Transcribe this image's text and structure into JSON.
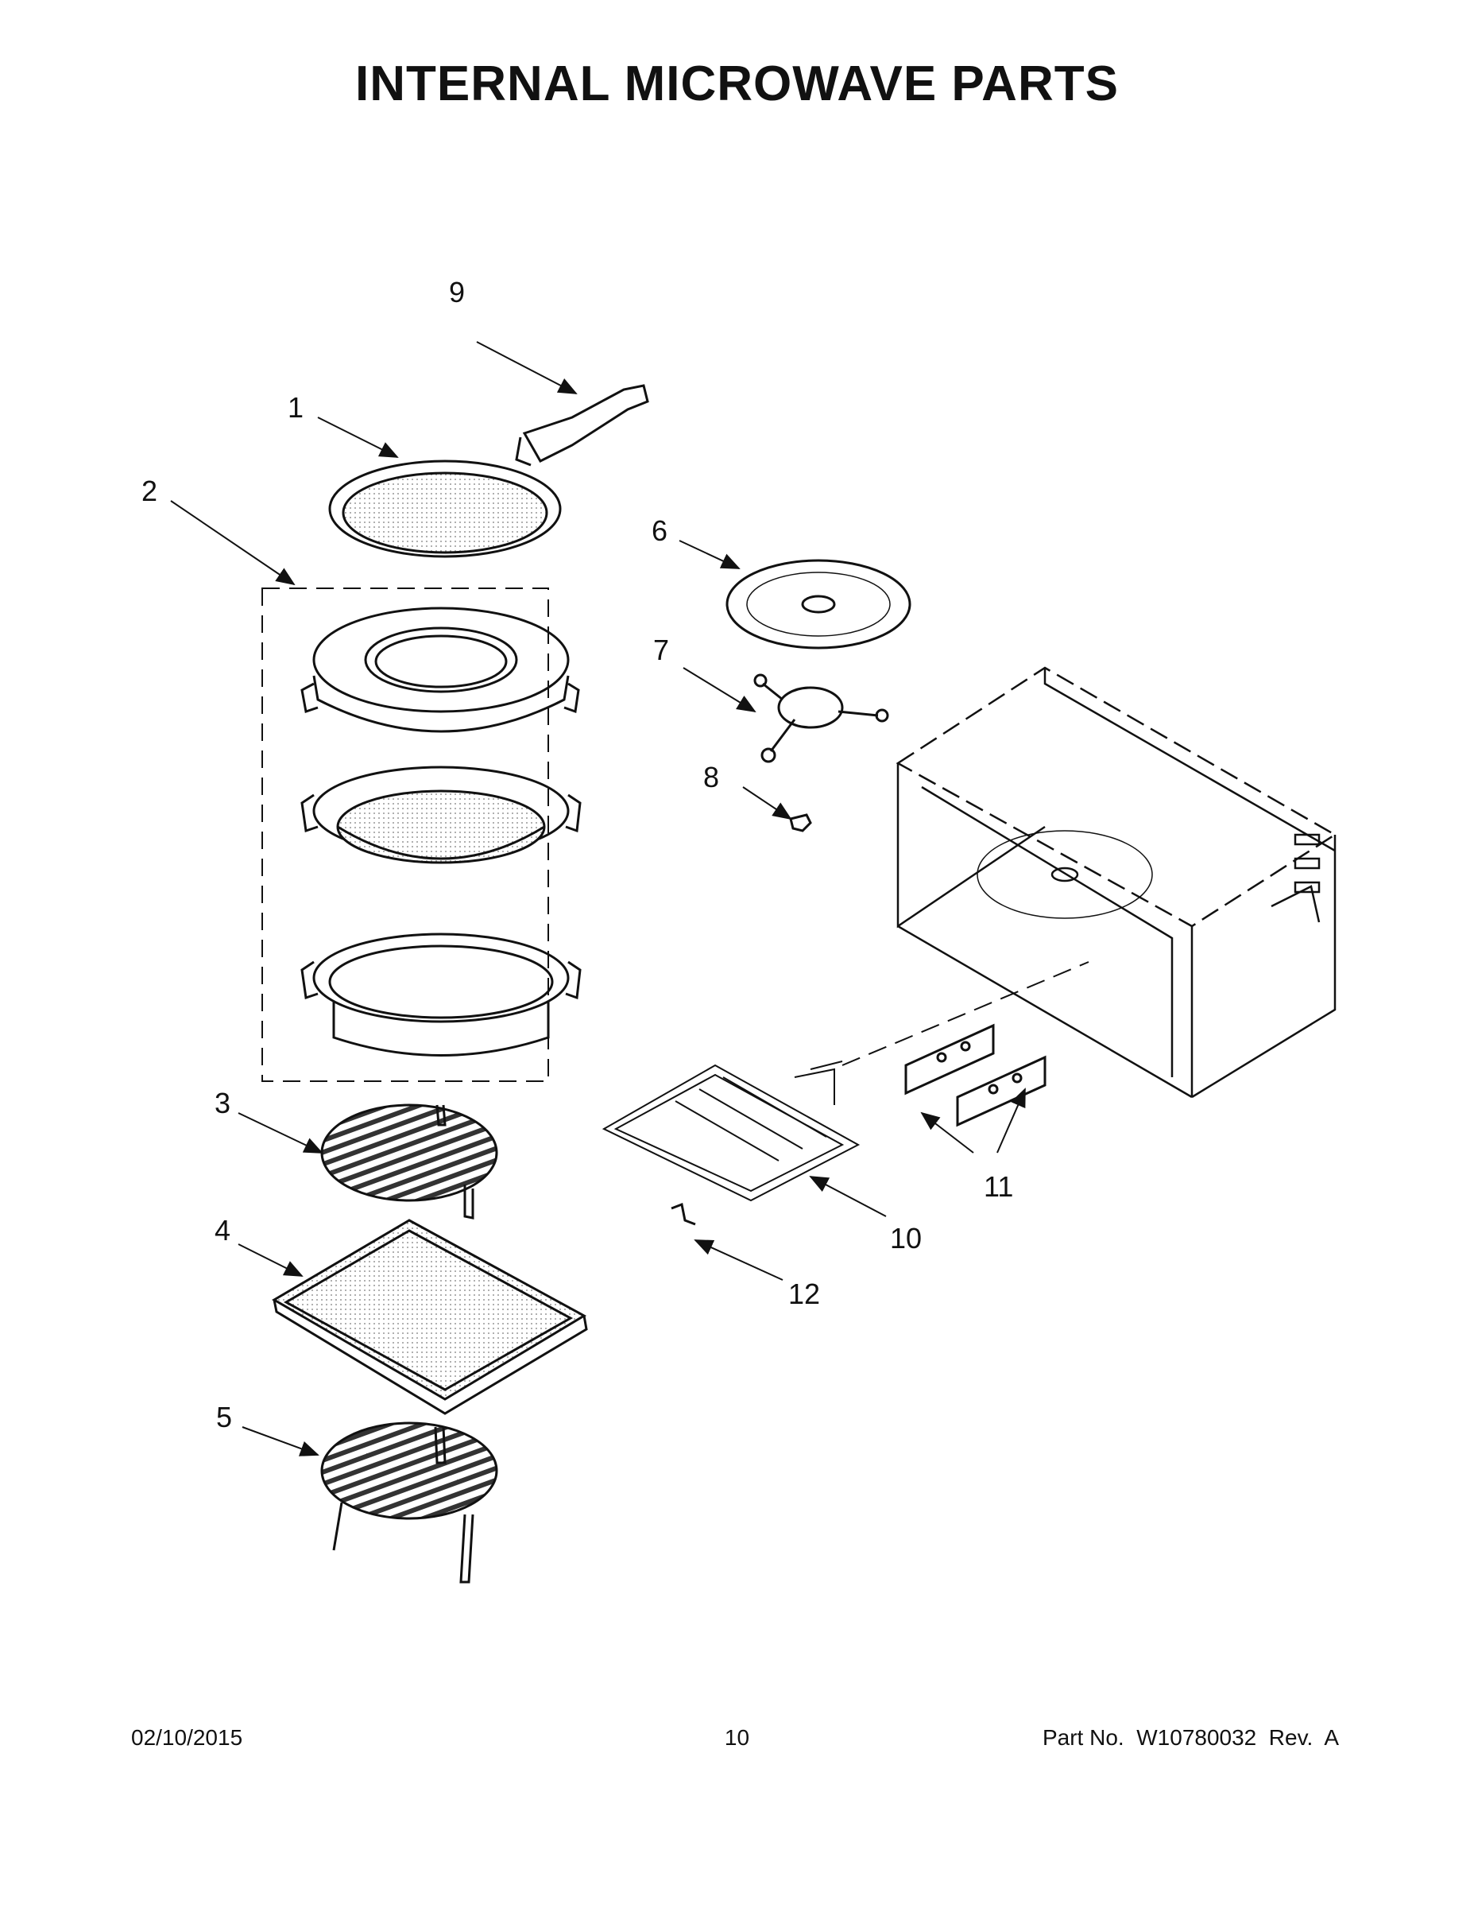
{
  "title": "INTERNAL MICROWAVE PARTS",
  "callouts": [
    "1",
    "2",
    "3",
    "4",
    "5",
    "6",
    "7",
    "8",
    "9",
    "10",
    "11",
    "12"
  ],
  "footer": {
    "date": "02/10/2015",
    "page": "10",
    "part_no": "Part No.  W10780032  Rev.  A"
  }
}
